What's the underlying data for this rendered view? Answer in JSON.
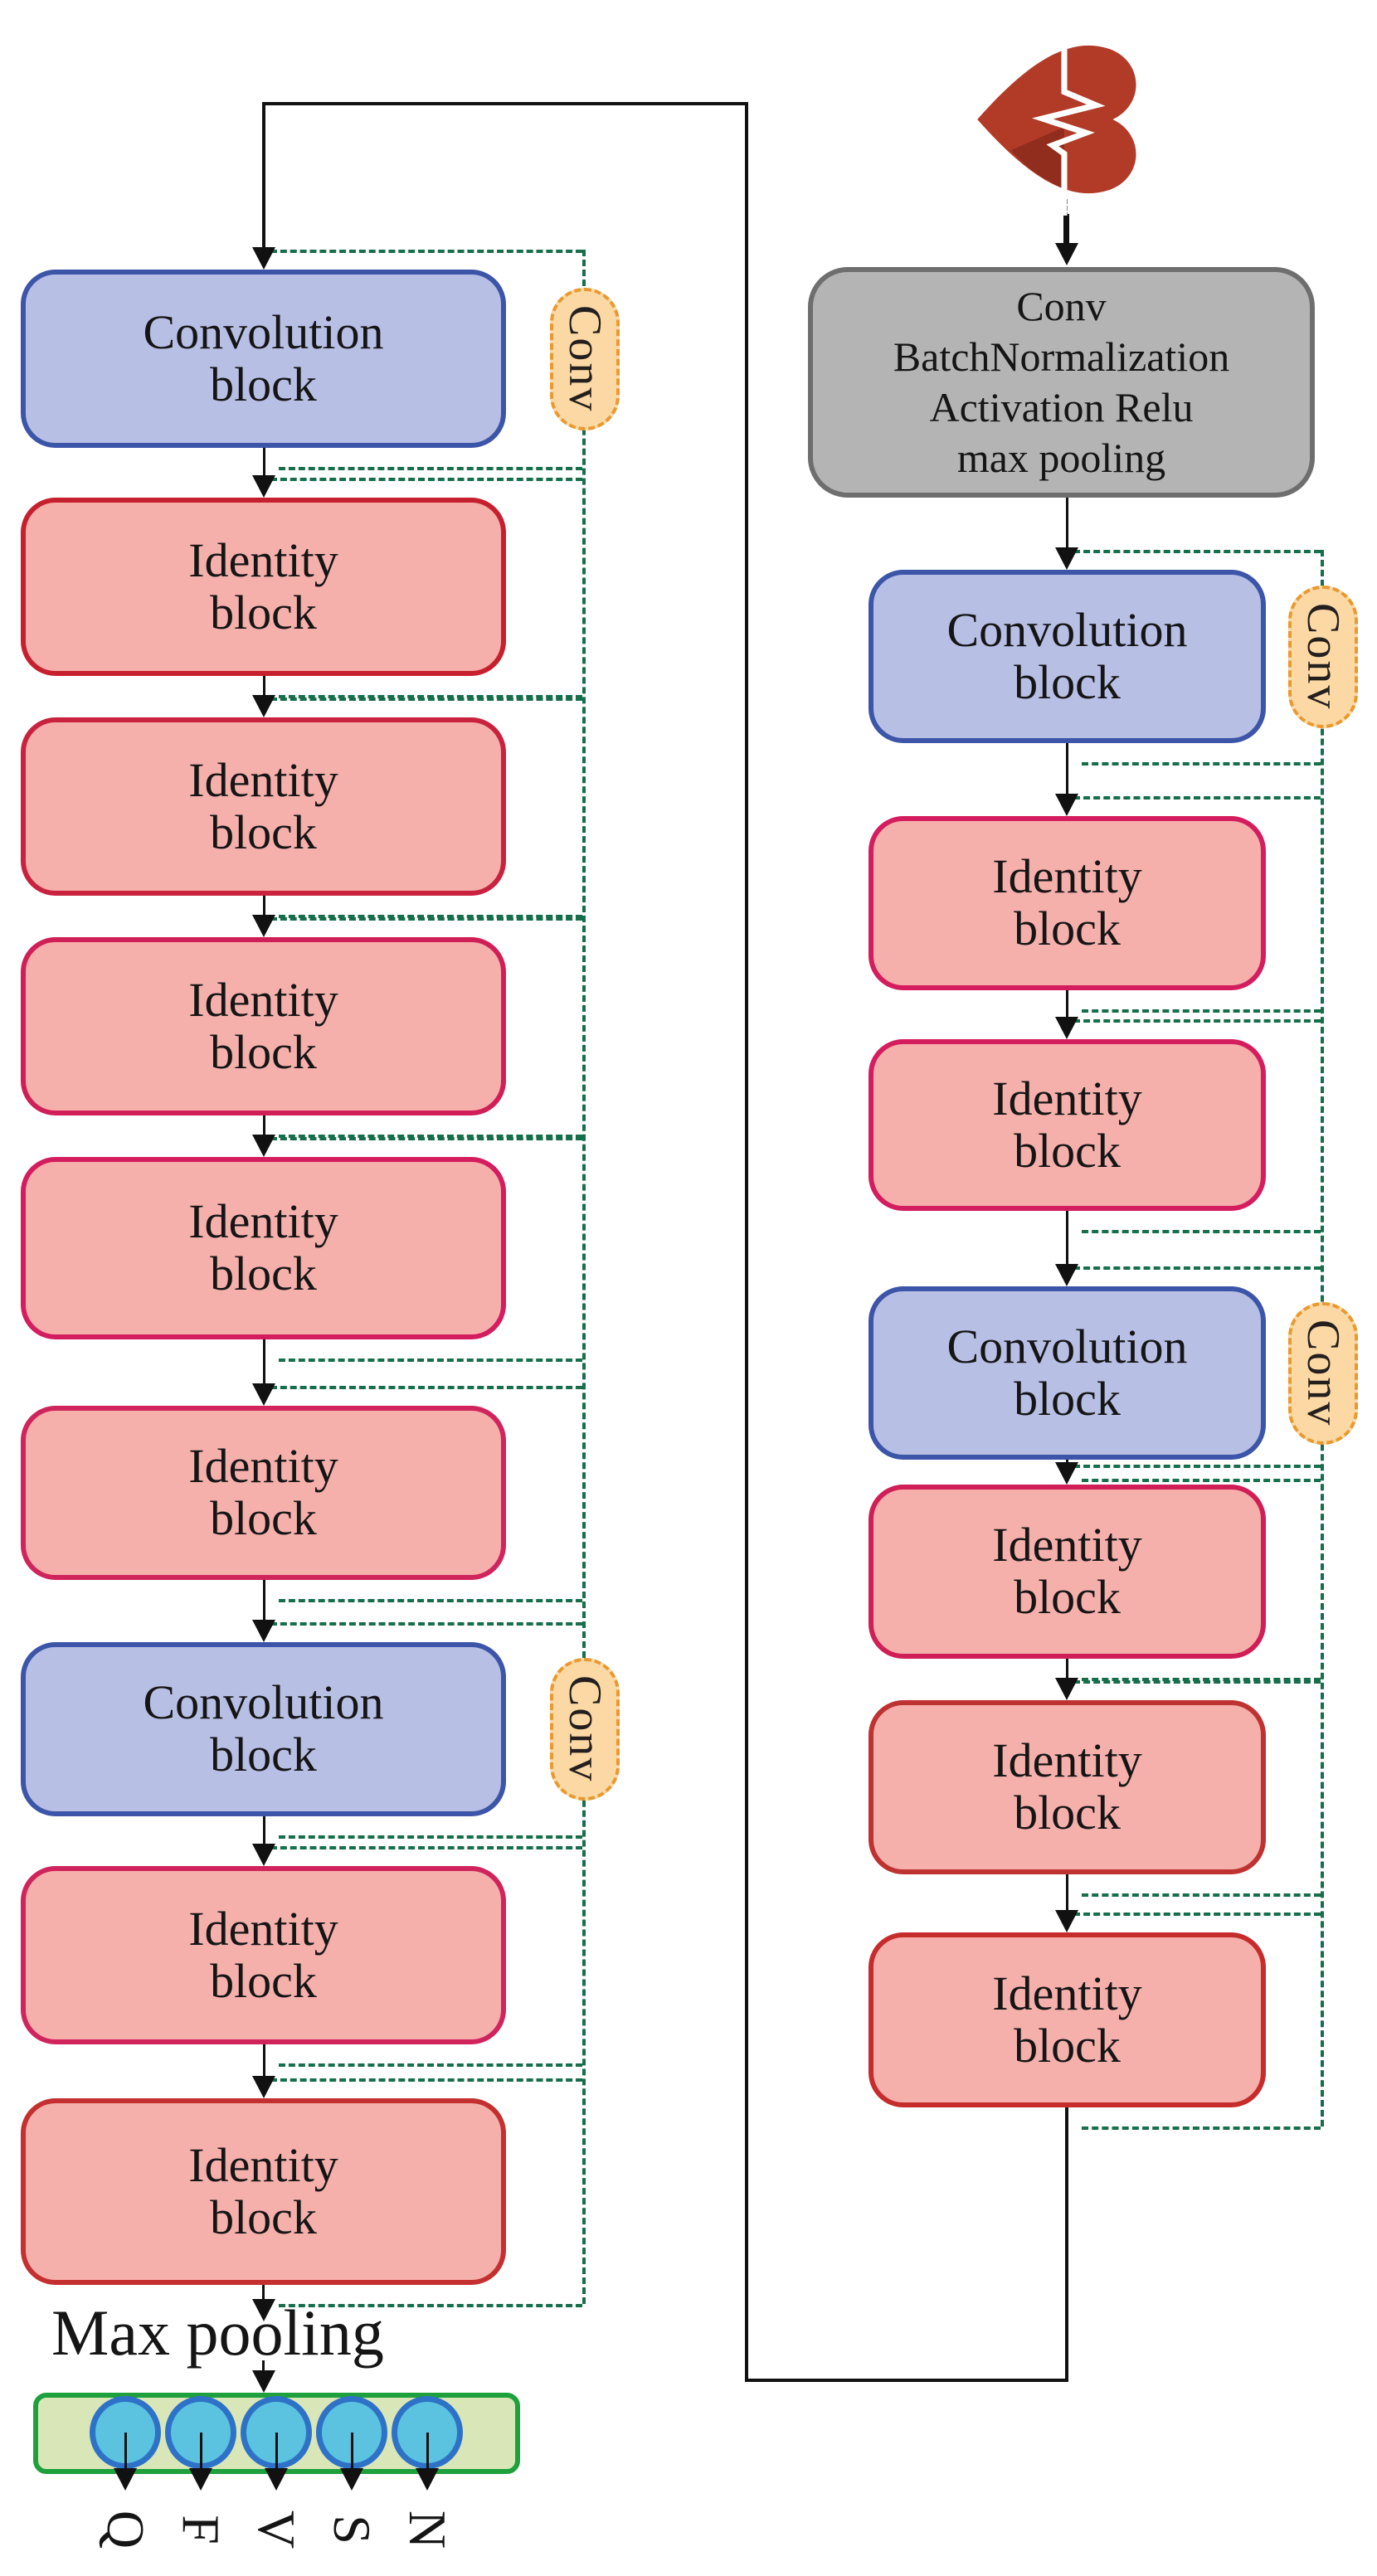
{
  "diagram": {
    "title_hint": "residual CNN architecture for heartbeat classification",
    "heart_icon": "broken-heart-ecg-icon",
    "conv_tag_label": "Conv",
    "max_pooling_label": "Max pooling",
    "output_labels": [
      "Q",
      "F",
      "V",
      "S",
      "N"
    ],
    "colors": {
      "conv_fill": "#b8bfe5",
      "conv_border": "#3c55a8",
      "identity_fill": "#f5b0ac",
      "stem_fill": "#b4b4b4",
      "stem_border": "#6e6e6e",
      "tag_fill": "#fcd9a4",
      "tag_border": "#e9992f",
      "skip_dash_green": "#166e4b",
      "line_black": "#111111",
      "output_box_fill": "#d9e7b8",
      "output_box_border": "#1ea13c",
      "neuron_fill": "#5bc3e0",
      "neuron_border": "#2e72c8",
      "heart_red": "#b23b28"
    },
    "left_column": {
      "nodes": [
        {
          "type": "conv",
          "lines": [
            "Convolution",
            "block"
          ],
          "border": "#3c55a8"
        },
        {
          "type": "identity",
          "lines": [
            "Identity",
            "block"
          ],
          "border": "#c6202e"
        },
        {
          "type": "identity",
          "lines": [
            "Identity",
            "block"
          ],
          "border": "#c9223f"
        },
        {
          "type": "identity",
          "lines": [
            "Identity",
            "block"
          ],
          "border": "#d01f56"
        },
        {
          "type": "identity",
          "lines": [
            "Identity",
            "block"
          ],
          "border": "#d41d5e"
        },
        {
          "type": "identity",
          "lines": [
            "Identity",
            "block"
          ],
          "border": "#d0245c"
        },
        {
          "type": "conv",
          "lines": [
            "Convolution",
            "block"
          ],
          "border": "#3c55a8"
        },
        {
          "type": "identity",
          "lines": [
            "Identity",
            "block"
          ],
          "border": "#d0245c"
        },
        {
          "type": "identity",
          "lines": [
            "Identity",
            "block"
          ],
          "border": "#c43030"
        }
      ]
    },
    "right_column": {
      "nodes": [
        {
          "type": "stem",
          "lines": [
            "Conv",
            "BatchNormalization",
            "Activation Relu",
            "max pooling"
          ],
          "border": "#6e6e6e"
        },
        {
          "type": "conv",
          "lines": [
            "Convolution",
            "block"
          ],
          "border": "#3c55a8"
        },
        {
          "type": "identity",
          "lines": [
            "Identity",
            "block"
          ],
          "border": "#d41d5e"
        },
        {
          "type": "identity",
          "lines": [
            "Identity",
            "block"
          ],
          "border": "#d41d5e"
        },
        {
          "type": "conv",
          "lines": [
            "Convolution",
            "block"
          ],
          "border": "#3c55a8"
        },
        {
          "type": "identity",
          "lines": [
            "Identity",
            "block"
          ],
          "border": "#d01f56"
        },
        {
          "type": "identity",
          "lines": [
            "Identity",
            "block"
          ],
          "border": "#bf3232"
        },
        {
          "type": "identity",
          "lines": [
            "Identity",
            "block"
          ],
          "border": "#c62c2c"
        }
      ]
    }
  }
}
